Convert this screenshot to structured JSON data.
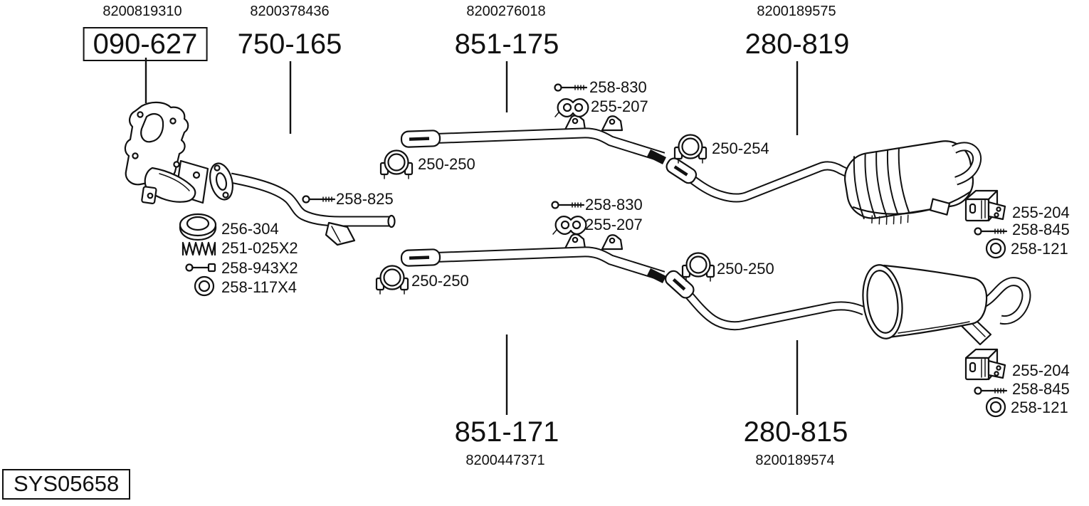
{
  "page": {
    "background": "#ffffff",
    "line_color": "#111111"
  },
  "diagram_id": "SYS05658",
  "assemblies": [
    {
      "oem": "8200819310",
      "part": "090-627",
      "boxed": true
    },
    {
      "oem": "8200378436",
      "part": "750-165",
      "boxed": false
    },
    {
      "oem": "8200276018",
      "part": "851-175",
      "boxed": false
    },
    {
      "oem": "8200189575",
      "part": "280-819",
      "boxed": false
    },
    {
      "oem": "8200447371",
      "part": "851-171",
      "boxed": false
    },
    {
      "oem": "8200189574",
      "part": "280-815",
      "boxed": false
    }
  ],
  "callouts": [
    {
      "label": "258-830"
    },
    {
      "label": "255-207"
    },
    {
      "label": "250-250"
    },
    {
      "label": "258-825"
    },
    {
      "label": "256-304"
    },
    {
      "label": "251-025X2"
    },
    {
      "label": "258-943X2"
    },
    {
      "label": "258-117X4"
    },
    {
      "label": "258-830"
    },
    {
      "label": "255-207"
    },
    {
      "label": "250-254"
    },
    {
      "label": "250-250"
    },
    {
      "label": "250-250"
    },
    {
      "label": "255-204"
    },
    {
      "label": "258-845"
    },
    {
      "label": "258-121"
    },
    {
      "label": "255-204"
    },
    {
      "label": "258-845"
    },
    {
      "label": "258-121"
    }
  ]
}
